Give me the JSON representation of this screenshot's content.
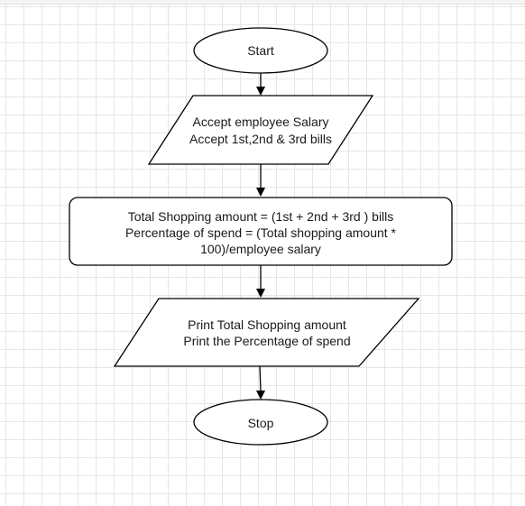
{
  "diagram": {
    "start": {
      "text": "Start"
    },
    "input": {
      "lines": [
        "Accept employee Salary",
        "Accept 1st,2nd & 3rd bills"
      ]
    },
    "process": {
      "lines": [
        "Total Shopping amount = (1st + 2nd + 3rd ) bills",
        "Percentage of spend = (Total shopping amount *",
        "100)/employee salary"
      ]
    },
    "output": {
      "lines": [
        "Print Total Shopping amount",
        "Print the Percentage of spend"
      ]
    },
    "stop": {
      "text": "Stop"
    }
  }
}
